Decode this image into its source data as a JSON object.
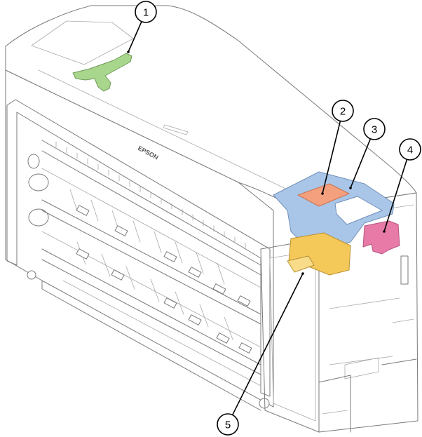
{
  "brand_text": "EPSON",
  "colors": {
    "part_1": "#a8d68c",
    "part_2": "#f4a07f",
    "part_3": "#a9c6e8",
    "part_4": "#e87aa7",
    "part_5": "#f5c85a"
  },
  "callouts": [
    {
      "id": "1",
      "label": "1"
    },
    {
      "id": "2",
      "label": "2"
    },
    {
      "id": "3",
      "label": "3"
    },
    {
      "id": "4",
      "label": "4"
    },
    {
      "id": "5",
      "label": "5"
    }
  ]
}
